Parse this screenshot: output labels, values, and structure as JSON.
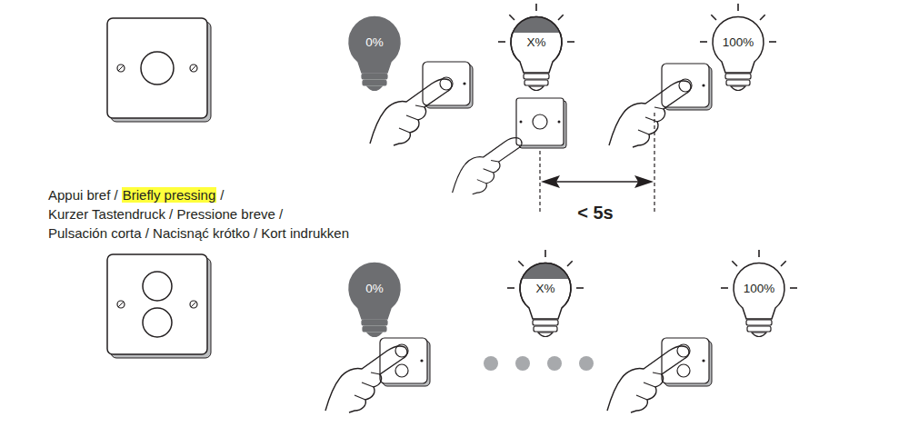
{
  "diagram": {
    "nodes": [
      {
        "text": [
          "0%"
        ]
      },
      {
        "text": [
          "X%"
        ]
      },
      {
        "text": [
          "100%"
        ]
      },
      {
        "text": [
          "0%"
        ]
      },
      {
        "text": [
          "X%"
        ]
      },
      {
        "text": [
          "100%"
        ]
      }
    ],
    "labels": [
      "Appui bref /",
      "Briefly pressing",
      "/",
      "Kurzer Tastendruck / Pressione breve /",
      "Pulsación corta / Nacisnąć krótko / Kort indrukken",
      "< 5s"
    ]
  }
}
